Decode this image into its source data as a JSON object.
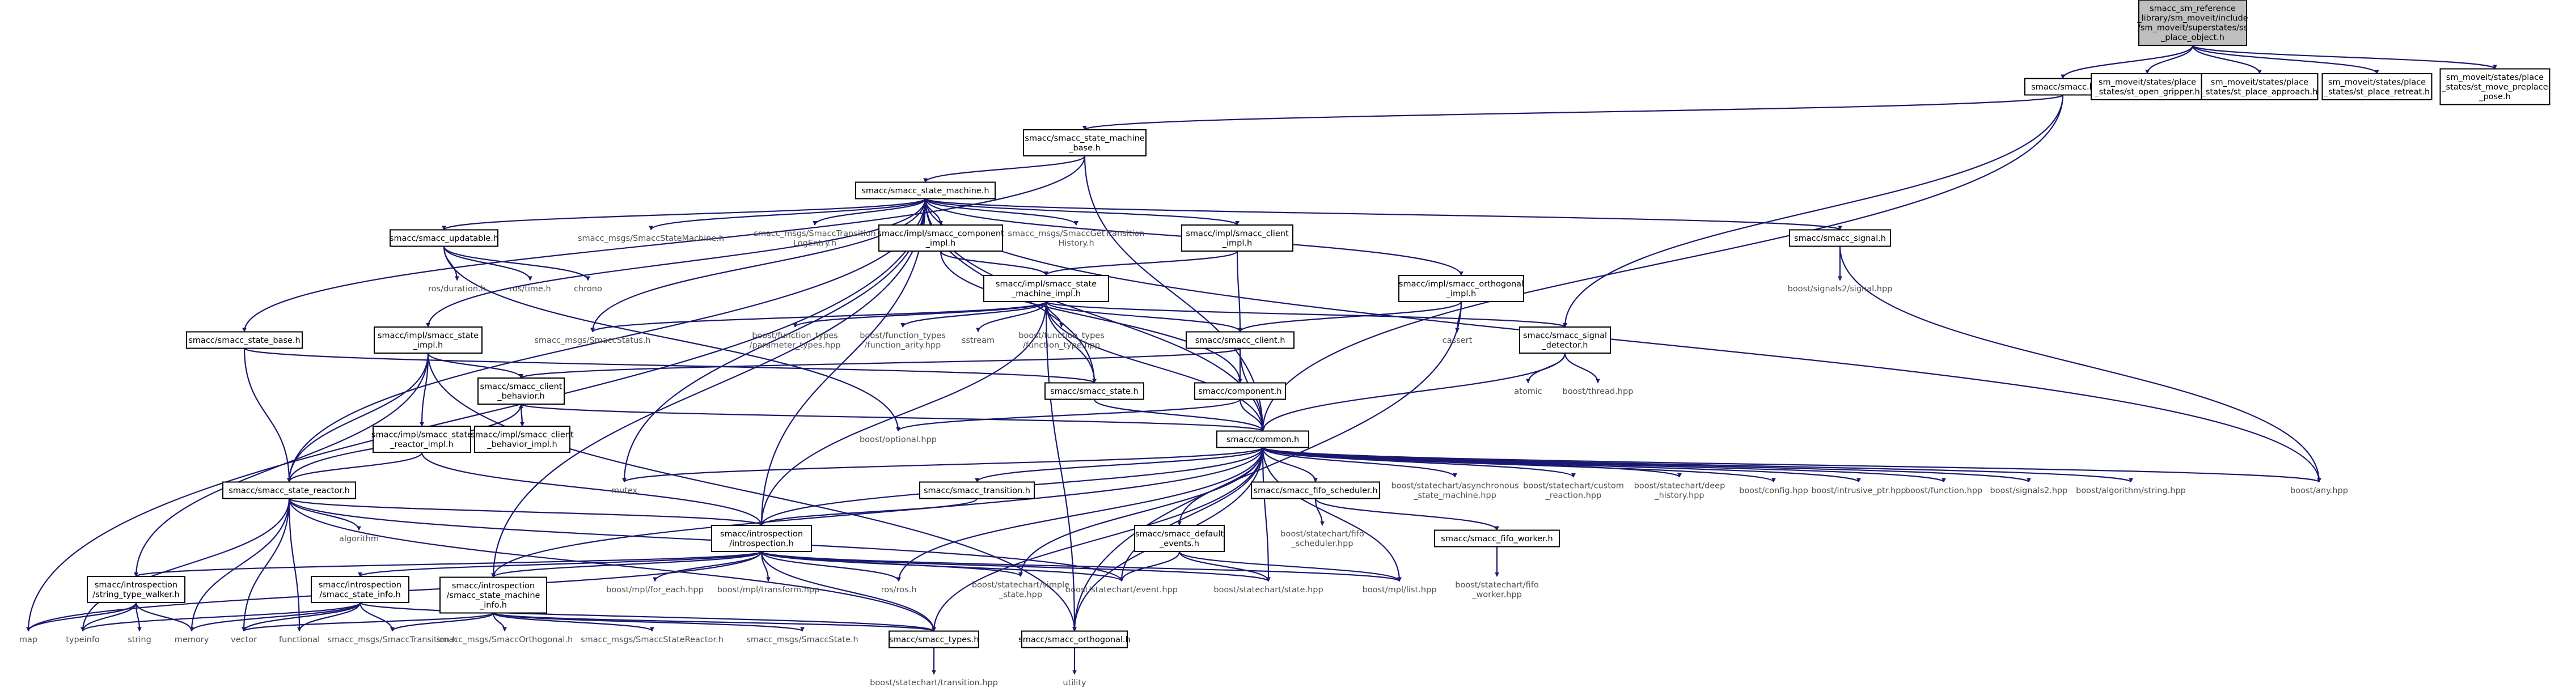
{
  "diagram": {
    "title": "",
    "nodes": [
      {
        "id": "n0",
        "lines": [
          "smacc_sm_reference",
          "_library/sm_moveit/include",
          "/sm_moveit/superstates/ss",
          "_place_object.h"
        ],
        "boxed": true,
        "focus": true
      },
      {
        "id": "n1",
        "lines": [
          "smacc/smacc.h"
        ],
        "boxed": true
      },
      {
        "id": "n2",
        "lines": [
          "sm_moveit/states/place",
          "_states/st_open_gripper.h"
        ],
        "boxed": true
      },
      {
        "id": "n3",
        "lines": [
          "sm_moveit/states/place",
          "_states/st_place_approach.h"
        ],
        "boxed": true
      },
      {
        "id": "n4",
        "lines": [
          "sm_moveit/states/place",
          "_states/st_place_retreat.h"
        ],
        "boxed": true
      },
      {
        "id": "n5",
        "lines": [
          "sm_moveit/states/place",
          "_states/st_move_preplace",
          "_pose.h"
        ],
        "boxed": true
      },
      {
        "id": "n6",
        "lines": [
          "smacc/smacc_state_machine",
          "_base.h"
        ],
        "boxed": true
      },
      {
        "id": "n7",
        "lines": [
          "smacc/smacc_state_machine.h"
        ],
        "boxed": true
      },
      {
        "id": "n8",
        "lines": [
          "smacc/smacc_updatable.h"
        ],
        "boxed": true
      },
      {
        "id": "n9",
        "lines": [
          "smacc_msgs/SmaccStateMachine.h"
        ],
        "boxed": false
      },
      {
        "id": "n10",
        "lines": [
          "smacc_msgs/SmaccTransition",
          "LogEntry.h"
        ],
        "boxed": false
      },
      {
        "id": "n11",
        "lines": [
          "smacc/impl/smacc_component",
          "_impl.h"
        ],
        "boxed": true
      },
      {
        "id": "n12",
        "lines": [
          "smacc_msgs/SmaccGetTransition",
          "History.h"
        ],
        "boxed": false
      },
      {
        "id": "n13",
        "lines": [
          "smacc/impl/smacc_client",
          "_impl.h"
        ],
        "boxed": true
      },
      {
        "id": "n14",
        "lines": [
          "smacc/smacc_signal.h"
        ],
        "boxed": true
      },
      {
        "id": "n15",
        "lines": [
          "ros/duration.h"
        ],
        "boxed": false
      },
      {
        "id": "n16",
        "lines": [
          "ros/time.h"
        ],
        "boxed": false
      },
      {
        "id": "n17",
        "lines": [
          "chrono"
        ],
        "boxed": false
      },
      {
        "id": "n18",
        "lines": [
          "smacc/impl/smacc_state",
          "_machine_impl.h"
        ],
        "boxed": true
      },
      {
        "id": "n19",
        "lines": [
          "smacc/impl/smacc_orthogonal",
          "_impl.h"
        ],
        "boxed": true
      },
      {
        "id": "n20",
        "lines": [
          "boost/signals2/signal.hpp"
        ],
        "boxed": false
      },
      {
        "id": "n21",
        "lines": [
          "smacc/smacc_state_base.h"
        ],
        "boxed": true
      },
      {
        "id": "n22",
        "lines": [
          "smacc/impl/smacc_state",
          "_impl.h"
        ],
        "boxed": true
      },
      {
        "id": "n23",
        "lines": [
          "smacc_msgs/SmaccStatus.h"
        ],
        "boxed": false
      },
      {
        "id": "n24",
        "lines": [
          "boost/function_types",
          "/parameter_types.hpp"
        ],
        "boxed": false
      },
      {
        "id": "n25",
        "lines": [
          "boost/function_types",
          "/function_arity.hpp"
        ],
        "boxed": false
      },
      {
        "id": "n26",
        "lines": [
          "sstream"
        ],
        "boxed": false
      },
      {
        "id": "n27",
        "lines": [
          "boost/function_types",
          "/function_type.hpp"
        ],
        "boxed": false
      },
      {
        "id": "n28",
        "lines": [
          "smacc/smacc_client.h"
        ],
        "boxed": true
      },
      {
        "id": "n29",
        "lines": [
          "cassert"
        ],
        "boxed": false
      },
      {
        "id": "n30",
        "lines": [
          "smacc/smacc_signal",
          "_detector.h"
        ],
        "boxed": true
      },
      {
        "id": "n31",
        "lines": [
          "smacc/smacc_client",
          "_behavior.h"
        ],
        "boxed": true
      },
      {
        "id": "n32",
        "lines": [
          "smacc/smacc_state.h"
        ],
        "boxed": true
      },
      {
        "id": "n33",
        "lines": [
          "smacc/component.h"
        ],
        "boxed": true
      },
      {
        "id": "n34",
        "lines": [
          "atomic"
        ],
        "boxed": false
      },
      {
        "id": "n35",
        "lines": [
          "boost/thread.hpp"
        ],
        "boxed": false
      },
      {
        "id": "n36",
        "lines": [
          "smacc/impl/smacc_state",
          "_reactor_impl.h"
        ],
        "boxed": true
      },
      {
        "id": "n37",
        "lines": [
          "smacc/impl/smacc_client",
          "_behavior_impl.h"
        ],
        "boxed": true
      },
      {
        "id": "n38",
        "lines": [
          "boost/optional.hpp"
        ],
        "boxed": false
      },
      {
        "id": "n39",
        "lines": [
          "smacc/common.h"
        ],
        "boxed": true
      },
      {
        "id": "n40",
        "lines": [
          "mutex"
        ],
        "boxed": false
      },
      {
        "id": "n41",
        "lines": [
          "smacc/smacc_transition.h"
        ],
        "boxed": true
      },
      {
        "id": "n42",
        "lines": [
          "smacc/smacc_fifo_scheduler.h"
        ],
        "boxed": true
      },
      {
        "id": "n43",
        "lines": [
          "boost/statechart/asynchronous",
          "_state_machine.hpp"
        ],
        "boxed": false
      },
      {
        "id": "n44",
        "lines": [
          "boost/statechart/custom",
          "_reaction.hpp"
        ],
        "boxed": false
      },
      {
        "id": "n45",
        "lines": [
          "boost/statechart/deep",
          "_history.hpp"
        ],
        "boxed": false
      },
      {
        "id": "n46",
        "lines": [
          "boost/config.hpp"
        ],
        "boxed": false
      },
      {
        "id": "n47",
        "lines": [
          "boost/intrusive_ptr.hpp"
        ],
        "boxed": false
      },
      {
        "id": "n48",
        "lines": [
          "boost/function.hpp"
        ],
        "boxed": false
      },
      {
        "id": "n49",
        "lines": [
          "boost/signals2.hpp"
        ],
        "boxed": false
      },
      {
        "id": "n50",
        "lines": [
          "boost/algorithm/string.hpp"
        ],
        "boxed": false
      },
      {
        "id": "n51",
        "lines": [
          "boost/any.hpp"
        ],
        "boxed": false
      },
      {
        "id": "n52",
        "lines": [
          "smacc/smacc_state_reactor.h"
        ],
        "boxed": true
      },
      {
        "id": "n53",
        "lines": [
          "algorithm"
        ],
        "boxed": false
      },
      {
        "id": "n54",
        "lines": [
          "smacc/introspection",
          "/introspection.h"
        ],
        "boxed": true
      },
      {
        "id": "n55",
        "lines": [
          "smacc/smacc_default",
          "_events.h"
        ],
        "boxed": true
      },
      {
        "id": "n56",
        "lines": [
          "boost/statechart/fifo",
          "_scheduler.hpp"
        ],
        "boxed": false
      },
      {
        "id": "n57",
        "lines": [
          "smacc/smacc_fifo_worker.h"
        ],
        "boxed": true
      },
      {
        "id": "n58",
        "lines": [
          "smacc/introspection",
          "/string_type_walker.h"
        ],
        "boxed": true
      },
      {
        "id": "n59",
        "lines": [
          "smacc/introspection",
          "/smacc_state_info.h"
        ],
        "boxed": true
      },
      {
        "id": "n60",
        "lines": [
          "smacc/introspection",
          "/smacc_state_machine",
          "_info.h"
        ],
        "boxed": true
      },
      {
        "id": "n61",
        "lines": [
          "boost/mpl/for_each.hpp"
        ],
        "boxed": false
      },
      {
        "id": "n62",
        "lines": [
          "boost/mpl/transform.hpp"
        ],
        "boxed": false
      },
      {
        "id": "n63",
        "lines": [
          "ros/ros.h"
        ],
        "boxed": false
      },
      {
        "id": "n64",
        "lines": [
          "boost/statechart/simple",
          "_state.hpp"
        ],
        "boxed": false
      },
      {
        "id": "n65",
        "lines": [
          "boost/statechart/event.hpp"
        ],
        "boxed": false
      },
      {
        "id": "n66",
        "lines": [
          "boost/statechart/state.hpp"
        ],
        "boxed": false
      },
      {
        "id": "n67",
        "lines": [
          "boost/mpl/list.hpp"
        ],
        "boxed": false
      },
      {
        "id": "n68",
        "lines": [
          "boost/statechart/fifo",
          "_worker.hpp"
        ],
        "boxed": false
      },
      {
        "id": "n69",
        "lines": [
          "map"
        ],
        "boxed": false
      },
      {
        "id": "n70",
        "lines": [
          "typeinfo"
        ],
        "boxed": false
      },
      {
        "id": "n71",
        "lines": [
          "string"
        ],
        "boxed": false
      },
      {
        "id": "n72",
        "lines": [
          "memory"
        ],
        "boxed": false
      },
      {
        "id": "n73",
        "lines": [
          "vector"
        ],
        "boxed": false
      },
      {
        "id": "n74",
        "lines": [
          "functional"
        ],
        "boxed": false
      },
      {
        "id": "n75",
        "lines": [
          "smacc_msgs/SmaccTransition.h"
        ],
        "boxed": false
      },
      {
        "id": "n76",
        "lines": [
          "smacc_msgs/SmaccOrthogonal.h"
        ],
        "boxed": false
      },
      {
        "id": "n77",
        "lines": [
          "smacc_msgs/SmaccStateReactor.h"
        ],
        "boxed": false
      },
      {
        "id": "n78",
        "lines": [
          "smacc_msgs/SmaccState.h"
        ],
        "boxed": false
      },
      {
        "id": "n79",
        "lines": [
          "smacc/smacc_types.h"
        ],
        "boxed": true
      },
      {
        "id": "n80",
        "lines": [
          "smacc/smacc_orthogonal.h"
        ],
        "boxed": true
      },
      {
        "id": "n81",
        "lines": [
          "boost/statechart/transition.hpp"
        ],
        "boxed": false
      },
      {
        "id": "n82",
        "lines": [
          "utility"
        ],
        "boxed": false
      }
    ],
    "edges": [
      [
        "n0",
        "n1"
      ],
      [
        "n0",
        "n2"
      ],
      [
        "n0",
        "n3"
      ],
      [
        "n0",
        "n4"
      ],
      [
        "n0",
        "n5"
      ],
      [
        "n1",
        "n6"
      ],
      [
        "n1",
        "n30"
      ],
      [
        "n1",
        "n39"
      ],
      [
        "n6",
        "n7"
      ],
      [
        "n6",
        "n21"
      ],
      [
        "n6",
        "n39"
      ],
      [
        "n7",
        "n8"
      ],
      [
        "n7",
        "n9"
      ],
      [
        "n7",
        "n10"
      ],
      [
        "n7",
        "n11"
      ],
      [
        "n7",
        "n12"
      ],
      [
        "n7",
        "n13"
      ],
      [
        "n7",
        "n14"
      ],
      [
        "n7",
        "n19"
      ],
      [
        "n7",
        "n22"
      ],
      [
        "n7",
        "n23"
      ],
      [
        "n7",
        "n32"
      ],
      [
        "n7",
        "n39"
      ],
      [
        "n7",
        "n40"
      ],
      [
        "n7",
        "n51"
      ],
      [
        "n7",
        "n52"
      ],
      [
        "n7",
        "n54"
      ],
      [
        "n7",
        "n60"
      ],
      [
        "n7",
        "n69"
      ],
      [
        "n8",
        "n15"
      ],
      [
        "n8",
        "n16"
      ],
      [
        "n8",
        "n17"
      ],
      [
        "n8",
        "n38"
      ],
      [
        "n11",
        "n18"
      ],
      [
        "n11",
        "n33"
      ],
      [
        "n13",
        "n18"
      ],
      [
        "n13",
        "n28"
      ],
      [
        "n14",
        "n20"
      ],
      [
        "n14",
        "n51"
      ],
      [
        "n18",
        "n23"
      ],
      [
        "n18",
        "n24"
      ],
      [
        "n18",
        "n25"
      ],
      [
        "n18",
        "n26"
      ],
      [
        "n18",
        "n27"
      ],
      [
        "n18",
        "n28"
      ],
      [
        "n18",
        "n30"
      ],
      [
        "n18",
        "n32"
      ],
      [
        "n18",
        "n39"
      ],
      [
        "n18",
        "n54"
      ],
      [
        "n18",
        "n80"
      ],
      [
        "n19",
        "n28"
      ],
      [
        "n19",
        "n29"
      ],
      [
        "n19",
        "n80"
      ],
      [
        "n21",
        "n52"
      ],
      [
        "n21",
        "n32"
      ],
      [
        "n22",
        "n31"
      ],
      [
        "n22",
        "n36"
      ],
      [
        "n22",
        "n52"
      ],
      [
        "n22",
        "n58"
      ],
      [
        "n22",
        "n80"
      ],
      [
        "n28",
        "n31"
      ],
      [
        "n28",
        "n33"
      ],
      [
        "n28",
        "n39"
      ],
      [
        "n30",
        "n34"
      ],
      [
        "n30",
        "n35"
      ],
      [
        "n30",
        "n39"
      ],
      [
        "n31",
        "n37"
      ],
      [
        "n31",
        "n39"
      ],
      [
        "n31",
        "n52"
      ],
      [
        "n32",
        "n39"
      ],
      [
        "n33",
        "n38"
      ],
      [
        "n33",
        "n39"
      ],
      [
        "n36",
        "n52"
      ],
      [
        "n36",
        "n54"
      ],
      [
        "n37",
        "n31"
      ],
      [
        "n39",
        "n40"
      ],
      [
        "n39",
        "n41"
      ],
      [
        "n39",
        "n42"
      ],
      [
        "n39",
        "n43"
      ],
      [
        "n39",
        "n44"
      ],
      [
        "n39",
        "n45"
      ],
      [
        "n39",
        "n46"
      ],
      [
        "n39",
        "n47"
      ],
      [
        "n39",
        "n48"
      ],
      [
        "n39",
        "n49"
      ],
      [
        "n39",
        "n50"
      ],
      [
        "n39",
        "n51"
      ],
      [
        "n39",
        "n54"
      ],
      [
        "n39",
        "n55"
      ],
      [
        "n39",
        "n60"
      ],
      [
        "n39",
        "n63"
      ],
      [
        "n39",
        "n64"
      ],
      [
        "n39",
        "n65"
      ],
      [
        "n39",
        "n66"
      ],
      [
        "n39",
        "n67"
      ],
      [
        "n39",
        "n79"
      ],
      [
        "n39",
        "n80"
      ],
      [
        "n41",
        "n54"
      ],
      [
        "n42",
        "n56"
      ],
      [
        "n42",
        "n57"
      ],
      [
        "n52",
        "n53"
      ],
      [
        "n52",
        "n54"
      ],
      [
        "n52",
        "n65"
      ],
      [
        "n52",
        "n70"
      ],
      [
        "n52",
        "n72"
      ],
      [
        "n52",
        "n73"
      ],
      [
        "n52",
        "n74"
      ],
      [
        "n52",
        "n79"
      ],
      [
        "n54",
        "n58"
      ],
      [
        "n54",
        "n59"
      ],
      [
        "n54",
        "n60"
      ],
      [
        "n54",
        "n61"
      ],
      [
        "n54",
        "n62"
      ],
      [
        "n54",
        "n63"
      ],
      [
        "n54",
        "n64"
      ],
      [
        "n54",
        "n65"
      ],
      [
        "n54",
        "n66"
      ],
      [
        "n54",
        "n67"
      ],
      [
        "n54",
        "n69"
      ],
      [
        "n54",
        "n79"
      ],
      [
        "n55",
        "n65"
      ],
      [
        "n55",
        "n66"
      ],
      [
        "n55",
        "n67"
      ],
      [
        "n57",
        "n68"
      ],
      [
        "n58",
        "n69"
      ],
      [
        "n58",
        "n70"
      ],
      [
        "n58",
        "n71"
      ],
      [
        "n58",
        "n72"
      ],
      [
        "n59",
        "n70"
      ],
      [
        "n59",
        "n72"
      ],
      [
        "n59",
        "n73"
      ],
      [
        "n59",
        "n74"
      ],
      [
        "n59",
        "n75"
      ],
      [
        "n59",
        "n79"
      ],
      [
        "n60",
        "n73"
      ],
      [
        "n60",
        "n75"
      ],
      [
        "n60",
        "n76"
      ],
      [
        "n60",
        "n77"
      ],
      [
        "n60",
        "n78"
      ],
      [
        "n60",
        "n79"
      ],
      [
        "n79",
        "n81"
      ],
      [
        "n80",
        "n82"
      ]
    ]
  }
}
